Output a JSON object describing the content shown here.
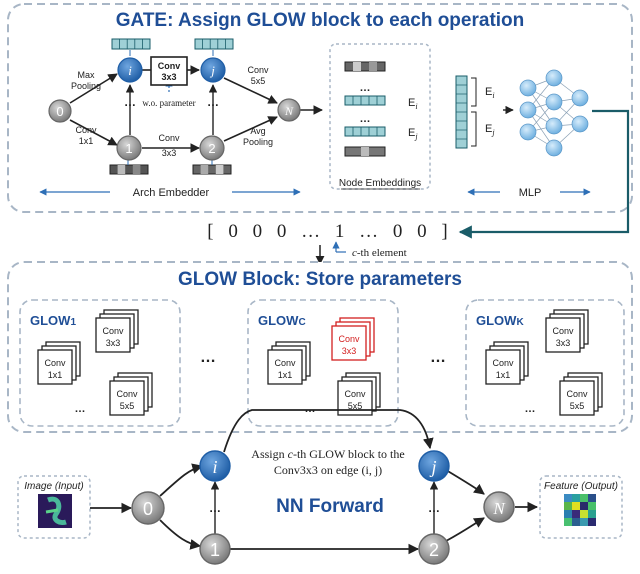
{
  "colors": {
    "title_blue": "#1f4e96",
    "panel_dash": "#a8b6c6",
    "node_gray": "#8c8c8c",
    "node_blue": "#2e6fb6",
    "accent_red": "#d32020",
    "teal": "#1a5c68",
    "arrow": "#222222"
  },
  "gate": {
    "title": "GATE: Assign GLOW block to each operation",
    "nodes": {
      "n0": "0",
      "n1": "1",
      "n2": "2",
      "ni": "i",
      "nj": "j",
      "nN": "N"
    },
    "edges": {
      "max_pooling": "Max Pooling",
      "conv1x1": "Conv 1x1",
      "conv3x3_a": "Conv 3x3",
      "conv3x3_b": "Conv 3x3",
      "conv5x5": "Conv 5x5",
      "avg_pooling": "Avg Pooling",
      "wo_param": "w.o. parameter",
      "ellipsis_a": "…",
      "ellipsis_b": "…"
    },
    "arch_embedder": "Arch Embedder",
    "node_embeddings": {
      "label": "Node Embeddings",
      "ei": "E",
      "ei_sub": "i",
      "ej": "E",
      "ej_sub": "j",
      "ellipsis": "…"
    },
    "mlp": {
      "label": "MLP",
      "ei": "E",
      "ei_sub": "i",
      "ej": "E",
      "ej_sub": "j"
    }
  },
  "one_hot": {
    "vector": "[ 0 0 0 … 1 … 0 0 ]",
    "annotation_pre": "c",
    "annotation_post": "-th element"
  },
  "glow": {
    "title": "GLOW Block: Store parameters",
    "blocks": [
      {
        "name": "GLOW",
        "sub": "1",
        "convs": [
          "Conv 1x1",
          "Conv 3x3",
          "Conv 5x5"
        ],
        "ellipsis": "…"
      },
      {
        "name": "GLOW",
        "sub": "C",
        "convs": [
          "Conv 1x1",
          "Conv 3x3",
          "Conv 5x5"
        ],
        "ellipsis": "…"
      },
      {
        "name": "GLOW",
        "sub": "K",
        "convs": [
          "Conv 1x1",
          "Conv 3x3",
          "Conv 5x5"
        ],
        "ellipsis": "…"
      }
    ],
    "between_dots": "…"
  },
  "forward": {
    "title": "NN Forward",
    "assign_line1_pre": "Assign ",
    "assign_line1_c": "c",
    "assign_line1_post": "-th GLOW block to the",
    "assign_line2": "Conv3x3 on edge (i, j)",
    "input_label": "Image (Input)",
    "output_label": "Feature (Output)",
    "nodes": {
      "n0": "0",
      "n1": "1",
      "n2": "2",
      "ni": "i",
      "nj": "j",
      "nN": "N"
    },
    "ellipsis_a": "…",
    "ellipsis_b": "…"
  }
}
